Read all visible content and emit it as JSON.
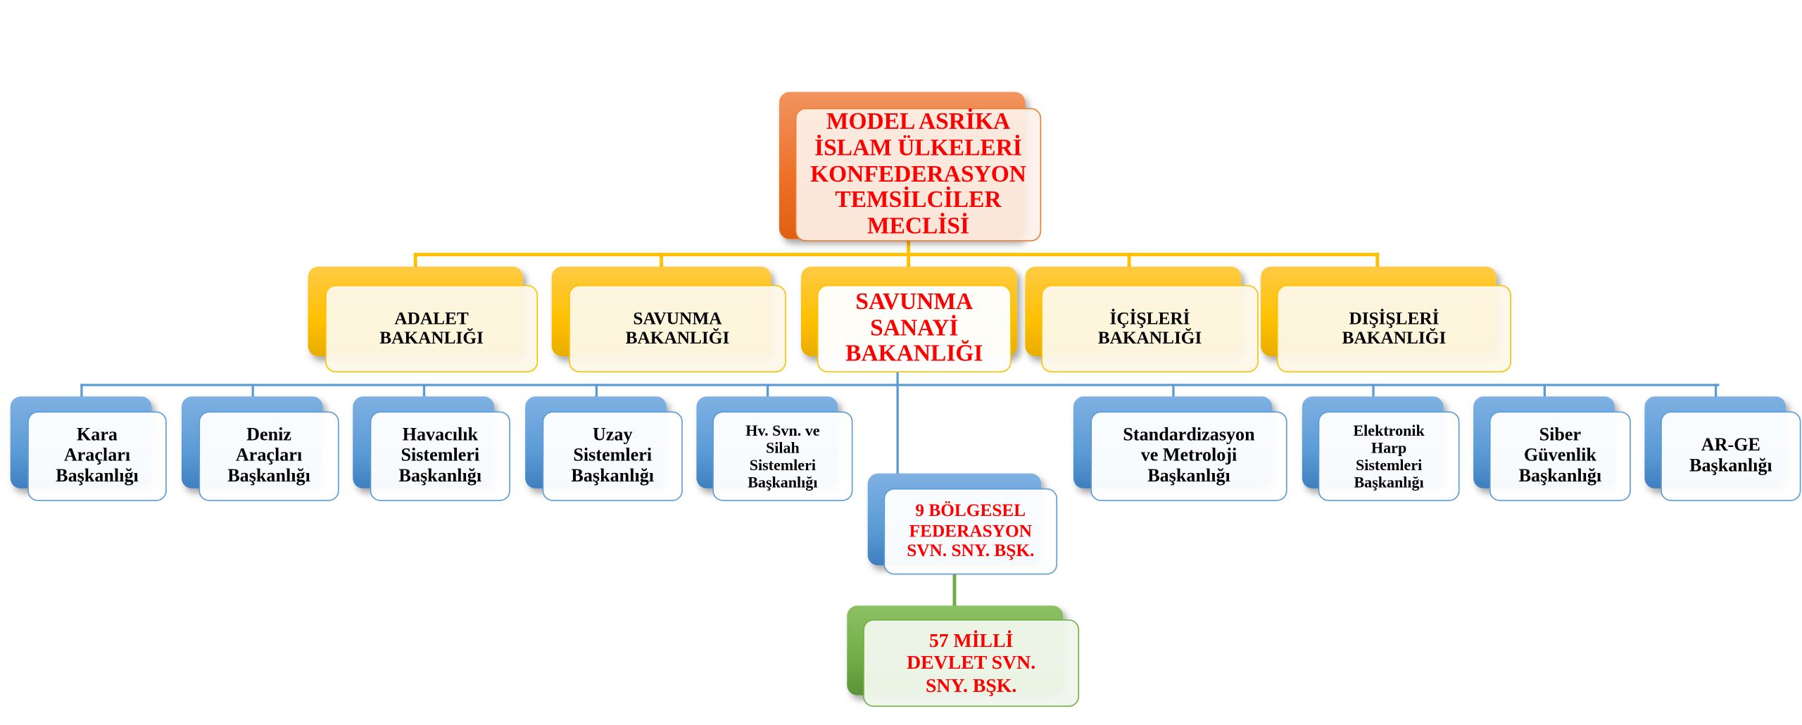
{
  "colors": {
    "title_red": "#ff0000",
    "orange": "#ed7d31",
    "yellow": "#ffc000",
    "blue": "#5b9bd5",
    "green": "#70ad47"
  },
  "root": {
    "label": "MODEL ASRİKA\nİSLAM ÜLKELERİ\nKONFEDERASYON\nTEMSİLCİLER\nMECLİSİ"
  },
  "ministries": [
    {
      "label": "ADALET\nBAKANLIĞI"
    },
    {
      "label": "SAVUNMA\nBAKANLIĞI"
    },
    {
      "label": "SAVUNMA\nSANAYİ\nBAKANLIĞI"
    },
    {
      "label": "İÇİŞLERİ\nBAKANLIĞI"
    },
    {
      "label": "DIŞİŞLERİ\nBAKANLIĞI"
    }
  ],
  "departments": [
    {
      "label": "Kara\nAraçları\nBaşkanlığı"
    },
    {
      "label": "Deniz\nAraçları\nBaşkanlığı"
    },
    {
      "label": "Havacılık\nSistemleri\nBaşkanlığı"
    },
    {
      "label": "Uzay\nSistemleri\nBaşkanlığı"
    },
    {
      "label": "Hv. Svn. ve\nSilah\nSistemleri\nBaşkanlığı"
    },
    {
      "label": "Standardizasyon\nve Metroloji\nBaşkanlığı"
    },
    {
      "label": "Elektronik\nHarp\nSistemleri\nBaşkanlığı"
    },
    {
      "label": "Siber\nGüvenlik\nBaşkanlığı"
    },
    {
      "label": "AR-GE\nBaşkanlığı"
    }
  ],
  "regional": {
    "label": "9 BÖLGESEL\nFEDERASYON\nSVN. SNY. BŞK."
  },
  "national": {
    "label": "57 MİLLİ\nDEVLET SVN.\nSNY. BŞK."
  }
}
